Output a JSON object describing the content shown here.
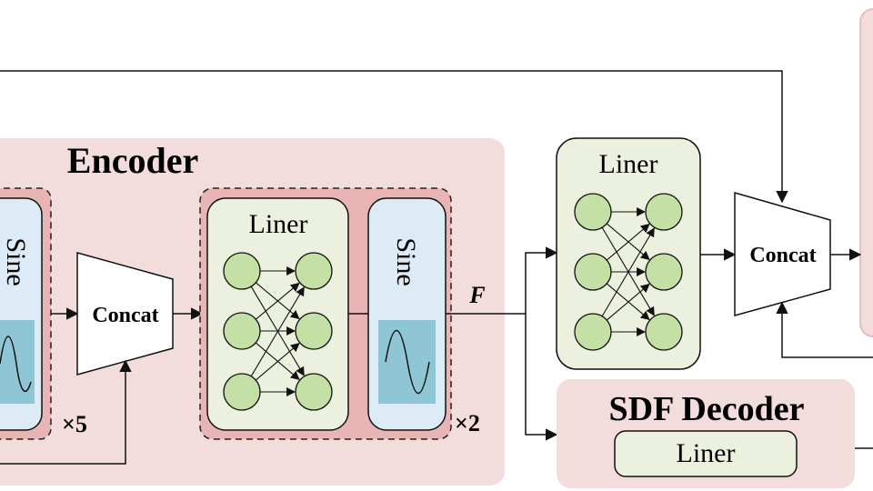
{
  "encoder": {
    "title": "Encoder",
    "sine_left_label": "Sine",
    "repeat_left": "×5",
    "concat_label": "Concat",
    "liner_label": "Liner",
    "sine_right_label": "Sine",
    "repeat_right": "×2"
  },
  "feature_label": "F",
  "liner_block": {
    "label": "Liner"
  },
  "concat_right": {
    "label": "Concat"
  },
  "sdf_decoder": {
    "title": "SDF Decoder",
    "liner_label": "Liner"
  },
  "colors": {
    "encoder_bg": "#f2dcdc",
    "inner_group_bg": "#e8b4b4",
    "liner_bg": "#ebf1de",
    "node_fill": "#c5e0a5",
    "sine_bg": "#dcebf5",
    "sine_plot_bg": "#8fc6d6"
  }
}
